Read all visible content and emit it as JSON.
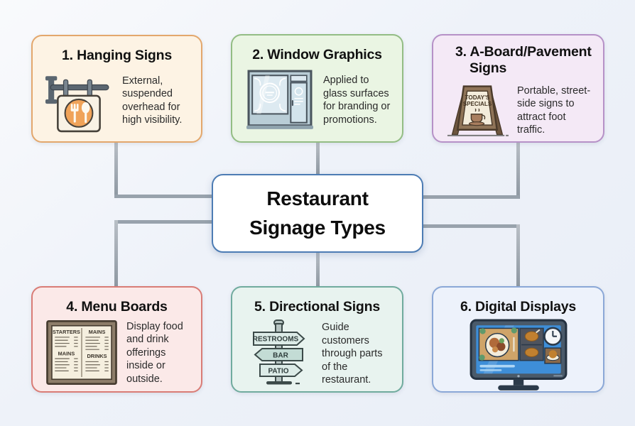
{
  "page": {
    "background": "#eef2f9"
  },
  "center": {
    "title": "Restaurant Signage Types",
    "bg": "#ffffff",
    "border": "#4d7cb4"
  },
  "connectors": {
    "color": "#98a2ac"
  },
  "boxes": [
    {
      "title": "1. Hanging Signs",
      "description": "External, suspended overhead for high visibility.",
      "bg": "#fdf3e4",
      "border": "#e3a76c",
      "icon": "hanging-sign-icon"
    },
    {
      "title": "2. Window Graphics",
      "description": "Applied to glass surfaces for branding or promotions.",
      "bg": "#eaf5e3",
      "border": "#93bd84",
      "icon": "storefront-window-icon"
    },
    {
      "title": "3. A-Board/Pavement Signs",
      "description": "Portable, street-side signs to attract foot traffic.",
      "bg": "#f4e9f6",
      "border": "#b691c7",
      "icon": "a-board-icon"
    },
    {
      "title": "4. Menu Boards",
      "description": "Display food and drink offerings inside or outside.",
      "bg": "#fbe9e8",
      "border": "#d97c76",
      "icon": "menu-board-icon"
    },
    {
      "title": "5. Directional Signs",
      "description": "Guide customers through parts of the restaurant.",
      "bg": "#e8f3ef",
      "border": "#70ab9e",
      "icon": "signpost-icon"
    },
    {
      "title": "6. Digital Displays",
      "description": "",
      "bg": "#edf2fb",
      "border": "#8ba8d7",
      "icon": "digital-display-icon"
    }
  ],
  "icon_labels": {
    "aboard": [
      "TODAY'S",
      "SPECIALS"
    ],
    "menu": [
      "STARTERS",
      "MAINS",
      "MAINS",
      "DRINKS"
    ],
    "signpost": [
      "RESTROOMS",
      "BAR",
      "PATIO"
    ]
  }
}
